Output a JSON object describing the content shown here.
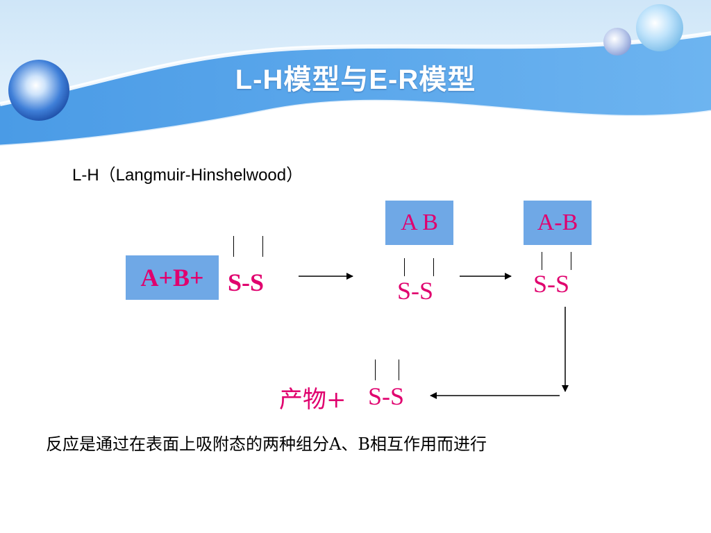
{
  "title": "L-H模型与E-R模型",
  "subtitle": "L-H（Langmuir-Hinshelwood）",
  "diagram": {
    "reactants_box": "A+B+",
    "surface_pair_1": "S-S",
    "adsorbed_box": "A B",
    "surface_pair_2": "S-S",
    "bonded_box": "A-B",
    "surface_pair_3": "S-S",
    "product_label": "产物+",
    "surface_pair_4": "S-S"
  },
  "conclusion": "反应是通过在表面上吸附态的两种组分A、B相互作用而进行",
  "colors": {
    "header_blue": "#5aa7ea",
    "box_fill": "#6fa8e6",
    "accent_magenta": "#e0006e",
    "title_text": "#ffffff"
  }
}
